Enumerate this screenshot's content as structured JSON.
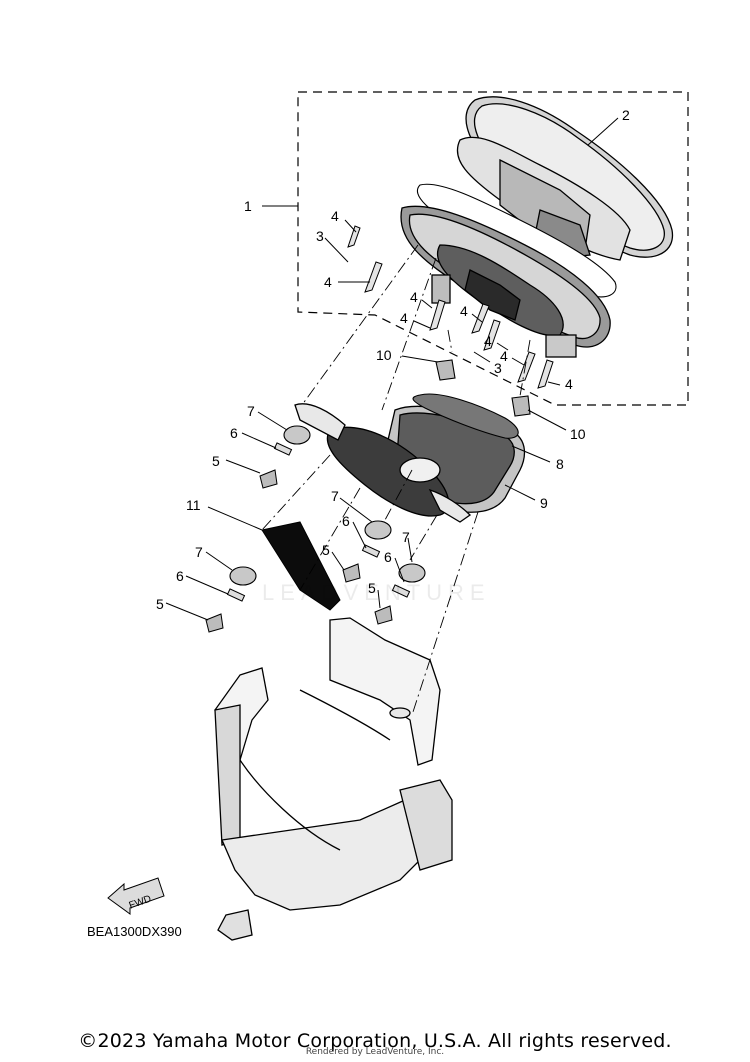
{
  "callouts": {
    "c1": "1",
    "c2": "2",
    "c3a": "3",
    "c3b": "3",
    "c4a": "4",
    "c4b": "4",
    "c4c": "4",
    "c4d": "4",
    "c4e": "4",
    "c4f": "4",
    "c4g": "4",
    "c4h": "4",
    "c5a": "5",
    "c5b": "5",
    "c5c": "5",
    "c5d": "5",
    "c6a": "6",
    "c6b": "6",
    "c6c": "6",
    "c6d": "6",
    "c7a": "7",
    "c7b": "7",
    "c7c": "7",
    "c7d": "7",
    "c8": "8",
    "c9": "9",
    "c10a": "10",
    "c10b": "10",
    "c11": "11"
  },
  "fwd_label": "FWD",
  "diagram_code": "BEA1300DX390",
  "watermark": "LEADVENTURE",
  "copyright": "©2023 Yamaha Motor Corporation, U.S.A. All rights reserved.",
  "rendered_by": "Rendered by LeadVenture, Inc."
}
